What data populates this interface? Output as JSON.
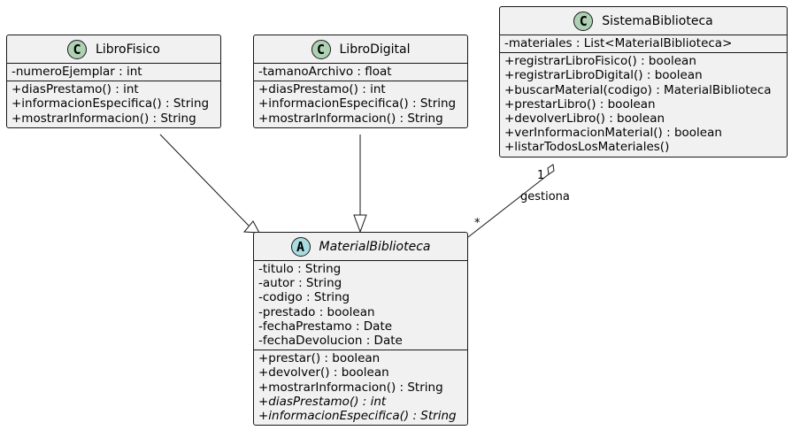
{
  "classes": {
    "libro_fisico": {
      "name": "LibroFisico",
      "stereotype": "C",
      "attributes": [
        "-numeroEjemplar : int"
      ],
      "methods": [
        "+diasPrestamo() : int",
        "+informacionEspecifica() : String",
        "+mostrarInformacion() : String"
      ]
    },
    "libro_digital": {
      "name": "LibroDigital",
      "stereotype": "C",
      "attributes": [
        "-tamanoArchivo : float"
      ],
      "methods": [
        "+diasPrestamo() : int",
        "+informacionEspecifica() : String",
        "+mostrarInformacion() : String"
      ]
    },
    "sistema_biblioteca": {
      "name": "SistemaBiblioteca",
      "stereotype": "C",
      "attributes": [
        "-materiales : List<MaterialBiblioteca>"
      ],
      "methods": [
        "+registrarLibroFisico() : boolean",
        "+registrarLibroDigital() : boolean",
        "+buscarMaterial(codigo) : MaterialBiblioteca",
        "+prestarLibro() : boolean",
        "+devolverLibro() : boolean",
        "+verInformacionMaterial() : boolean",
        "+listarTodosLosMateriales()"
      ]
    },
    "material_biblioteca": {
      "name": "MaterialBiblioteca",
      "stereotype": "A",
      "attributes": [
        "-titulo : String",
        "-autor : String",
        "-codigo : String",
        "-prestado : boolean",
        "-fechaPrestamo : Date",
        "-fechaDevolucion : Date"
      ],
      "methods": [
        "+prestar() : boolean",
        "+devolver() : boolean",
        "+mostrarInformacion() : String"
      ],
      "abstract_methods": [
        "+diasPrestamo() : int",
        "+informacionEspecifica() : String"
      ]
    }
  },
  "association": {
    "label": "gestiona",
    "source_multiplicity": "1",
    "target_multiplicity": "*"
  },
  "colors": {
    "class_fill": "#f1f1f1",
    "border": "#181818",
    "class_badge": "#add1b2",
    "abstract_badge": "#a9dcdf"
  }
}
